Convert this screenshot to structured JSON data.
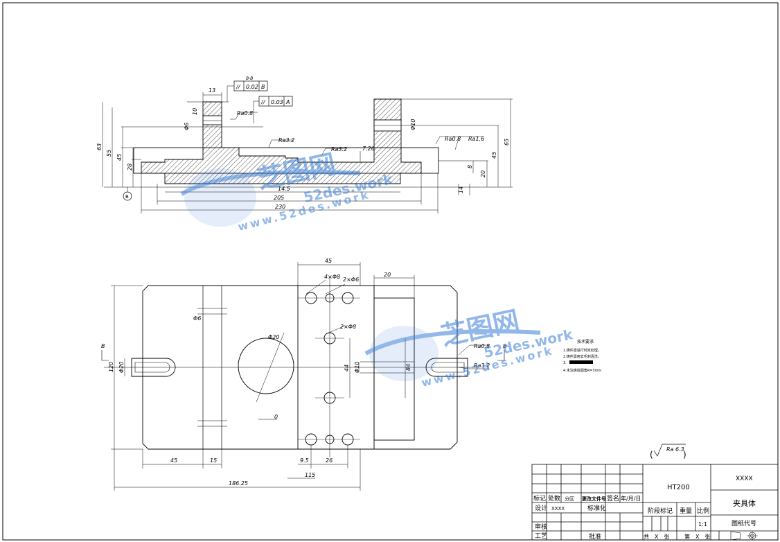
{
  "colors": {
    "line": "#000000",
    "hatch": "#000000",
    "watermark": "#3a7fd8"
  },
  "front_view": {
    "dims": {
      "d13": "13",
      "d10": "10",
      "d6": "Φ6",
      "d63": "63",
      "d55": "55",
      "d45": "45",
      "d28": "28",
      "d226": "7.26",
      "d20": "20",
      "d8": "8",
      "d45r": "45",
      "d65": "65",
      "d14": "14",
      "d145": "14.5",
      "d205": "205",
      "d230": "230",
      "d100": "Φ10"
    },
    "roughness": {
      "r1": "Ra0.8",
      "r2": "Ra3.2",
      "r3": "Ra3.2",
      "r4": "Ra0.8",
      "r5": "Ra1.6"
    },
    "tolerances": {
      "t1_sym": "//",
      "t1_val": "0.02",
      "t1_ref": "B",
      "t1_label": "B-B",
      "t2_sym": "//",
      "t2_val": "0.03",
      "t2_ref": "A"
    },
    "datum": "B"
  },
  "top_view": {
    "dims": {
      "d45": "45",
      "d20": "20",
      "d4x8": "4×Φ8",
      "d2x6": "2×Φ6",
      "d6": "Φ6",
      "d20c": "Φ20",
      "d2x8": "2×Φ8",
      "d120": "120",
      "d20s": "Φ20",
      "d44": "44",
      "d10": "Φ10",
      "d84": "84",
      "d0": "0",
      "d45b": "45",
      "d15": "15",
      "d95": "9.5",
      "d26": "26",
      "d115": "115",
      "d18625": "186.25"
    },
    "section_mark": "B",
    "roughness": {
      "r1": "Ra0.8",
      "r2": "Ra3.2"
    }
  },
  "tech_req": {
    "title": "技术要求",
    "items": [
      "1.铸件需进行时效处理。",
      "2.铸件需用去毛刺清洗。",
      "3.",
      "4.未注铸造圆角R=3mm"
    ]
  },
  "general_roughness": "Ra 6.3",
  "watermark": {
    "brand": "芝图网",
    "url": "52des.work",
    "url_full": "www.52des.work"
  },
  "title_block": {
    "material": "HT200",
    "company": "XXXX",
    "part_name": "夹具体",
    "drawing_no": "图纸代号",
    "scale": "1:1",
    "headers": [
      "标记",
      "处数",
      "分区",
      "更改文件号",
      "签名",
      "年/月/日"
    ],
    "design_label": "设计",
    "design_name": "XXXX",
    "standard_label": "标准化",
    "review_label": "审核",
    "process_label": "工艺",
    "approve_label": "批准",
    "stage_label": "阶段标记",
    "weight_label": "重量",
    "ratio_label": "比例",
    "sheets_total": "共　X　张",
    "sheet_no": "第　X　张"
  }
}
